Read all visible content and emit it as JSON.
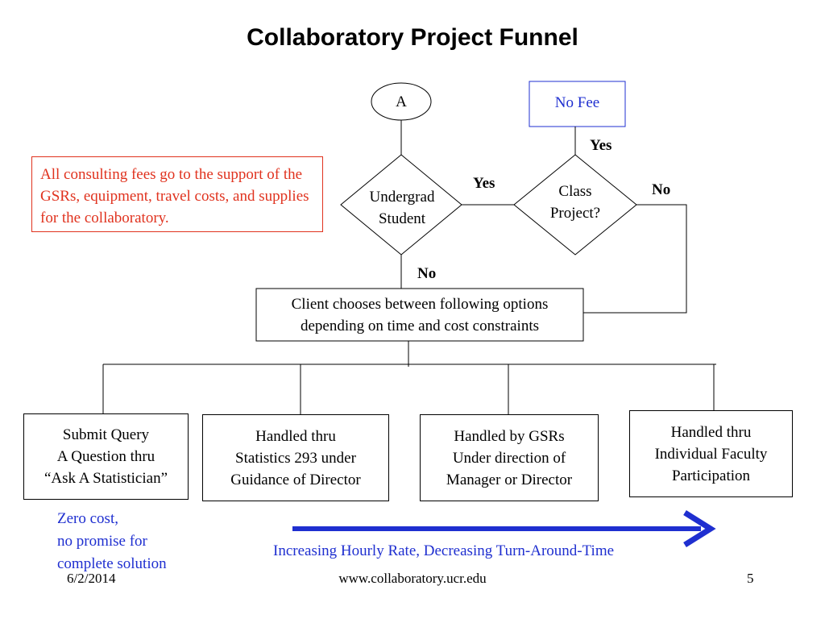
{
  "title": "Collaboratory Project Funnel",
  "flow": {
    "connector_a": "A",
    "no_fee": "No Fee",
    "undergrad": "Undergrad\nStudent",
    "class_project": "Class\nProject?",
    "yes_label_1": "Yes",
    "yes_label_2": "Yes",
    "no_label_1": "No",
    "no_label_2": "No",
    "client_box": "Client chooses between following options\ndepending on time and cost constraints"
  },
  "note": "All consulting fees go to the support of the GSRs, equipment, travel costs, and supplies for the collaboratory.",
  "options": [
    "Submit Query\nA Question thru\n“Ask A Statistician”",
    "Handled thru\nStatistics 293 under\nGuidance of Director",
    "Handled by GSRs\nUnder direction of\nManager or Director",
    "Handled thru\nIndividual Faculty\nParticipation"
  ],
  "zero_cost": "Zero cost,\nno promise for\ncomplete solution",
  "arrow_caption": "Increasing Hourly Rate, Decreasing Turn-Around-Time",
  "footer": {
    "date": "6/2/2014",
    "url": "www.collaboratory.ucr.edu",
    "page": "5"
  },
  "colors": {
    "accent_blue": "#1f2fd0",
    "note_red": "#e0321e"
  }
}
